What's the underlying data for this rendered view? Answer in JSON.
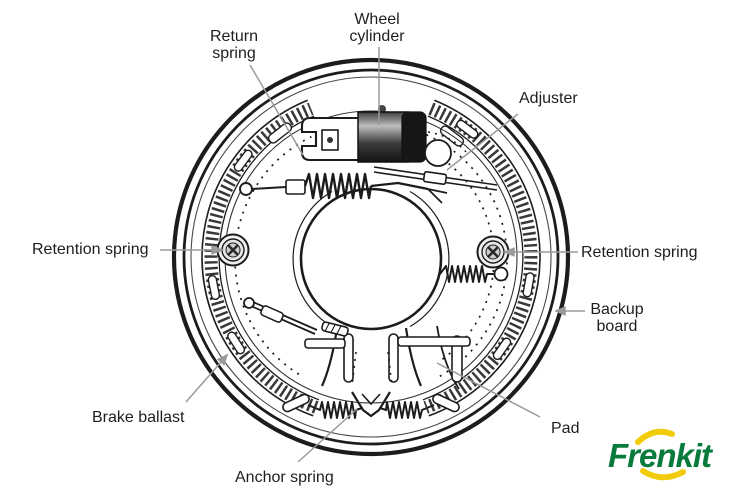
{
  "labels": {
    "return_spring": {
      "line1": "Return",
      "line2": "spring"
    },
    "wheel_cylinder": {
      "line1": "Wheel",
      "line2": "cylinder"
    },
    "adjuster": {
      "text": "Adjuster"
    },
    "retention_spring_left": {
      "text": "Retention spring"
    },
    "retention_spring_right": {
      "text": "Retention spring"
    },
    "backup_board": {
      "line1": "Backup",
      "line2": "board"
    },
    "brake_ballast": {
      "text": "Brake ballast"
    },
    "anchor_spring": {
      "text": "Anchor spring"
    },
    "pad": {
      "text": "Pad"
    }
  },
  "logo": {
    "text": "Frenkit",
    "green": "#087a3b",
    "yellow": "#f2cc0a"
  },
  "colors": {
    "line_art": "#1c1c1c",
    "leader_line": "#9a9a9a",
    "label_text": "#1e1e1e",
    "background": "#ffffff"
  }
}
